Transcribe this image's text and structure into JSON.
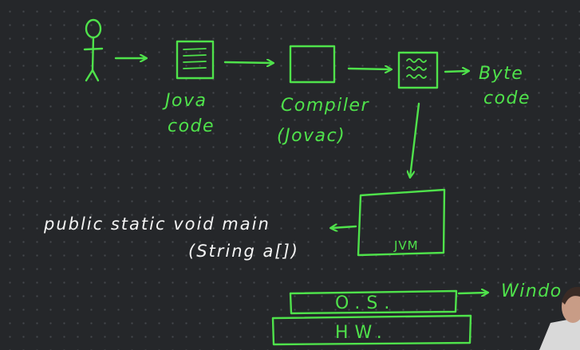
{
  "labels": {
    "java_code_line1": "Jova",
    "java_code_line2": "code",
    "compiler_line1": "Compiler",
    "compiler_line2": "(Jovac)",
    "byte_code_line1": "Byte",
    "byte_code_line2": "code",
    "jvm": "JVM",
    "main_line1": "public  static  void  main",
    "main_line2": "(String  a[])",
    "os": "O.S.",
    "hw": "HW.",
    "windows": "Windo"
  },
  "colors": {
    "ink": "#4fe24b",
    "text": "#f4f4f4",
    "background": "#25272a"
  },
  "icons": {
    "person": "stick-figure-icon",
    "document": "document-icon",
    "bytecode": "wavy-document-icon"
  }
}
